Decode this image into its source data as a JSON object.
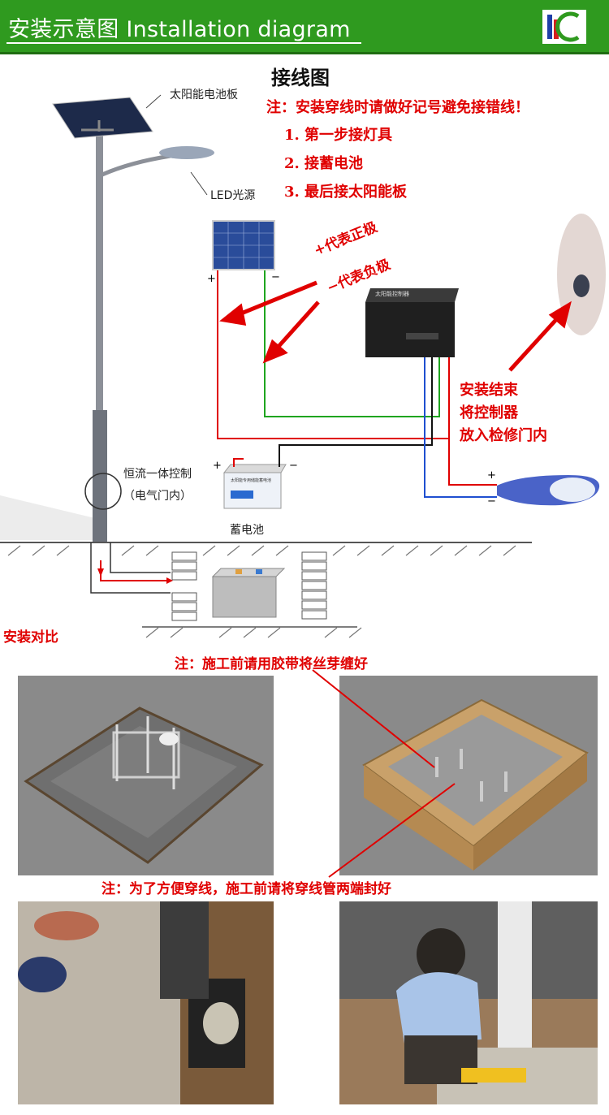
{
  "header": {
    "title": "安装示意图 Installation diagram",
    "bg_color": "#2f9a1f",
    "logo_icon": "company-logo-icon"
  },
  "wiring": {
    "title": "接线图",
    "note": "注：安装穿线时请做好记号避免接错线！",
    "steps": [
      "1. 第一步接灯具",
      "2. 接蓄电池",
      "3. 最后接太阳能板"
    ]
  },
  "labels": {
    "solar_panel": "太阳能电池板",
    "led_source": "LED光源",
    "controller_in_pole_line1": "恒流一体控制",
    "controller_in_pole_line2": "（电气门内）",
    "battery": "蓄电池",
    "plus_sign": "+",
    "minus_sign": "−",
    "polarity_pos": "+代表正极",
    "polarity_neg": "−代表负极",
    "finish_line1": "安装结束",
    "finish_line2": "将控制器",
    "finish_line3": "放入检修门内",
    "controller_text": "太阳能控制器",
    "battery_text": "太阳能专用储能蓄电池"
  },
  "comparison": {
    "title": "安装对比",
    "note1": "注：施工前请用胶带将丝芽缠好",
    "note2": "注：为了方便穿线，施工前请将穿线管两端封好"
  }
}
